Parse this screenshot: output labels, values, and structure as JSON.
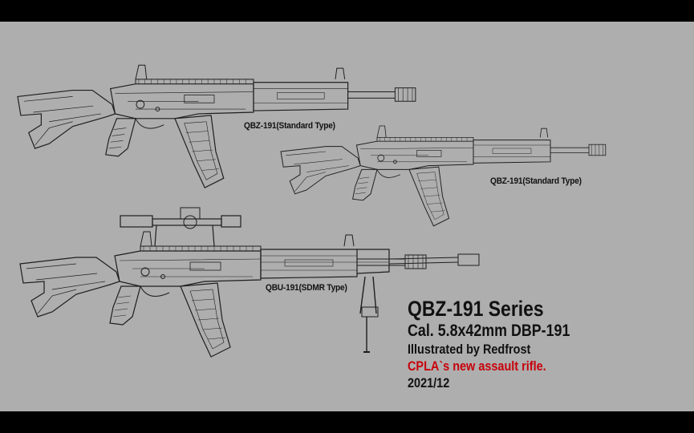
{
  "labels": {
    "rifle_1": "QBZ-191(Standard Type)",
    "rifle_2": "QBZ-191(Standard Type)",
    "rifle_3": "QBU-191(SDMR Type)"
  },
  "title_block": {
    "title": "QBZ-191 Series",
    "caliber": "Cal. 5.8x42mm DBP-191",
    "credit": "Illustrated by Redfrost",
    "note": "CPLA`s new assault rifle.",
    "date": "2021/12"
  },
  "colors": {
    "background": "#aeaeae",
    "line_art": "#1e1e1e",
    "note_text": "#c8000a",
    "letterbox": "#000000"
  }
}
